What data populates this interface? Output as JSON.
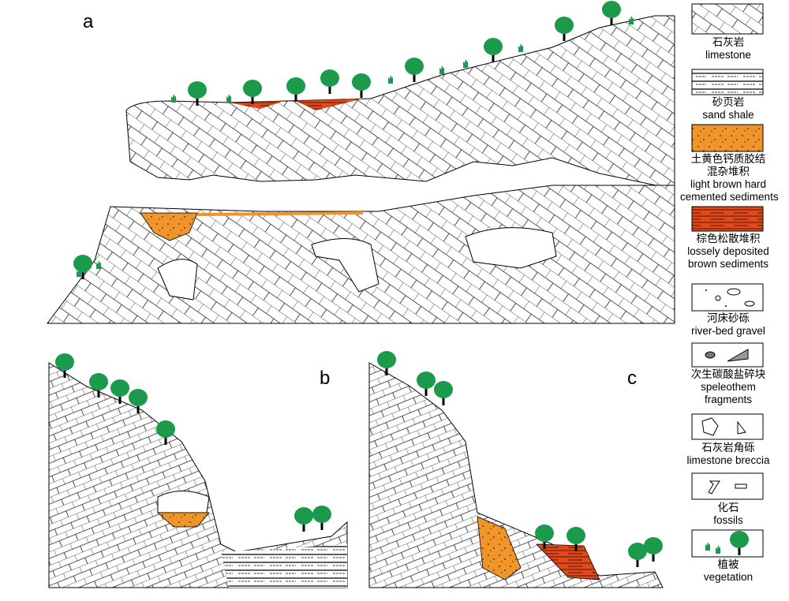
{
  "panels": {
    "a": "a",
    "b": "b",
    "c": "c"
  },
  "colors": {
    "orange": "#f0952a",
    "brown": "#e04a1a",
    "green": "#1a9a4a"
  },
  "legend": [
    {
      "zh": "石灰岩",
      "en": [
        "limestone"
      ],
      "icon": "limestone-pattern"
    },
    {
      "zh": "砂页岩",
      "en": [
        "sand shale"
      ],
      "icon": "sand-shale-pattern"
    },
    {
      "zh": "土黄色钙质胶结\n混杂堆积",
      "zh_lines": [
        "土黄色钙质胶结",
        "混杂堆积"
      ],
      "en": [
        "light brown hard",
        "cemented sediments"
      ],
      "icon": "cemented-sediment-pattern"
    },
    {
      "zh": "棕色松散堆积",
      "en": [
        "lossely deposited",
        "brown sediments"
      ],
      "icon": "loose-sediment-pattern"
    },
    {
      "zh": "河床砂砾",
      "en": [
        "river-bed gravel"
      ],
      "icon": "gravel-pattern"
    },
    {
      "zh": "次生碳酸盐碎块",
      "en": [
        "speleothem",
        "fragments"
      ],
      "icon": "speleothem-icon"
    },
    {
      "zh": "石灰岩角砾",
      "en": [
        "limestone breccia"
      ],
      "icon": "breccia-icon"
    },
    {
      "zh": "化石",
      "en": [
        "fossils"
      ],
      "icon": "fossil-icon"
    },
    {
      "zh": "植被",
      "en": [
        "vegetation"
      ],
      "icon": "vegetation-icon"
    }
  ]
}
